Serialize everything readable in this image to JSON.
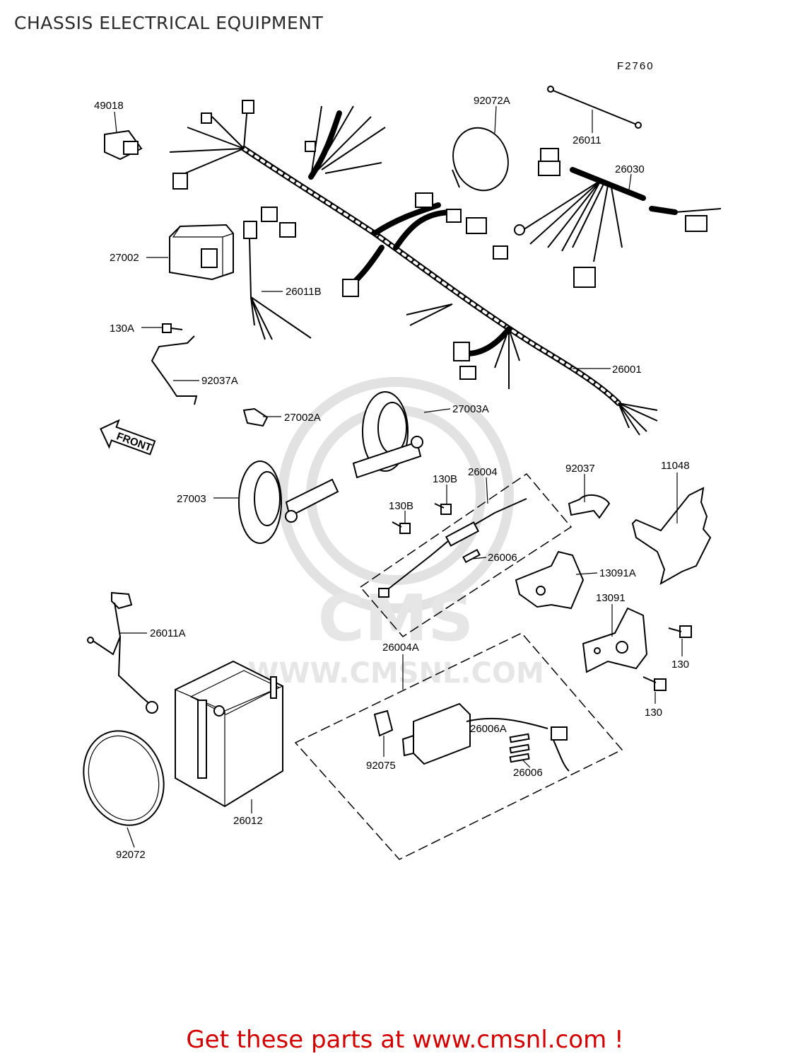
{
  "header": {
    "title": "CHASSIS ELECTRICAL EQUIPMENT",
    "figure_code": "F2760"
  },
  "watermark": {
    "text": "WWW.CMSNL.COM",
    "logo": "CMS"
  },
  "parts": [
    {
      "id": "49018"
    },
    {
      "id": "92072A"
    },
    {
      "id": "26011"
    },
    {
      "id": "26030"
    },
    {
      "id": "27002"
    },
    {
      "id": "26011B"
    },
    {
      "id": "130A"
    },
    {
      "id": "92037A"
    },
    {
      "id": "27002A"
    },
    {
      "id": "27003A"
    },
    {
      "id": "26001"
    },
    {
      "id": "130B"
    },
    {
      "id": "26004"
    },
    {
      "id": "92037"
    },
    {
      "id": "11048"
    },
    {
      "id": "27003"
    },
    {
      "id": "130B"
    },
    {
      "id": "26006"
    },
    {
      "id": "13091A"
    },
    {
      "id": "13091"
    },
    {
      "id": "26011A"
    },
    {
      "id": "26004A"
    },
    {
      "id": "130"
    },
    {
      "id": "130"
    },
    {
      "id": "92075"
    },
    {
      "id": "26006A"
    },
    {
      "id": "26006"
    },
    {
      "id": "26012"
    },
    {
      "id": "92072"
    }
  ],
  "front_arrow": {
    "text": "FRONT"
  },
  "footer": {
    "text": "Get these parts at www.cmsnl.com !"
  }
}
